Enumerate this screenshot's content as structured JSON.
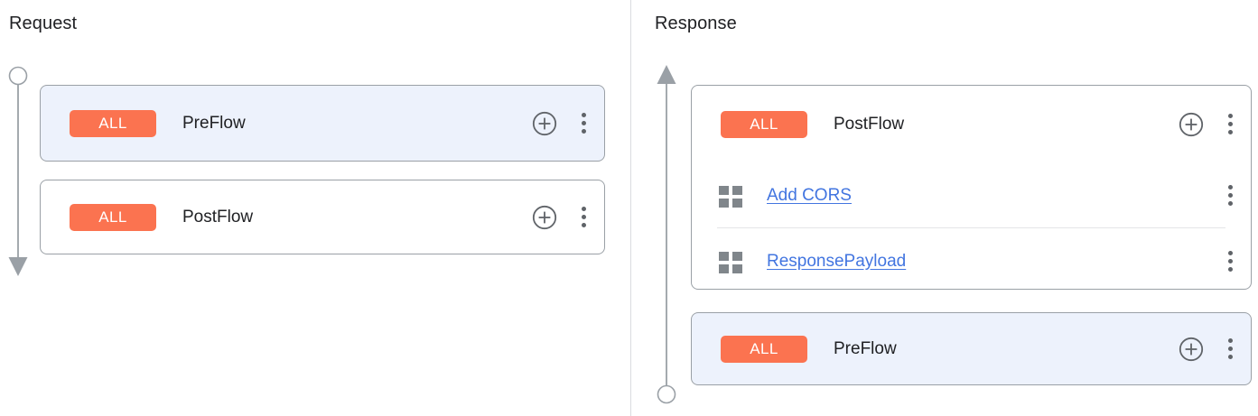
{
  "panes": [
    {
      "id": "request",
      "title": "Request",
      "arrow": "down-arrow-icon",
      "cards": [
        {
          "type": "flow",
          "selected": true,
          "badge": "ALL",
          "name": "PreFlow",
          "add_icon": "add-circle-icon",
          "more_icon": "more-vert-icon",
          "policies": []
        },
        {
          "type": "flow",
          "selected": false,
          "badge": "ALL",
          "name": "PostFlow",
          "add_icon": "add-circle-icon",
          "more_icon": "more-vert-icon",
          "policies": []
        }
      ]
    },
    {
      "id": "response",
      "title": "Response",
      "arrow": "up-arrow-icon",
      "cards": [
        {
          "type": "flow",
          "selected": false,
          "badge": "ALL",
          "name": "PostFlow",
          "add_icon": "add-circle-icon",
          "more_icon": "more-vert-icon",
          "policies": [
            {
              "name": "Add CORS",
              "drag_icon": "drag-handle-icon",
              "more_icon": "more-vert-icon"
            },
            {
              "name": "ResponsePayload",
              "drag_icon": "drag-handle-icon",
              "more_icon": "more-vert-icon"
            }
          ]
        },
        {
          "type": "flow",
          "selected": true,
          "badge": "ALL",
          "name": "PreFlow",
          "add_icon": "add-circle-icon",
          "more_icon": "more-vert-icon",
          "policies": []
        }
      ]
    }
  ],
  "colors": {
    "badge_background": "#fb7350",
    "badge_text": "#ffffff",
    "selected_card_background": "#edf2fc",
    "card_border": "#9aa0a6",
    "link": "#4275e0",
    "icon": "#5f6368",
    "drag_handle": "#80868b",
    "divider": "#e4e5e7",
    "title_text": "#202124"
  }
}
